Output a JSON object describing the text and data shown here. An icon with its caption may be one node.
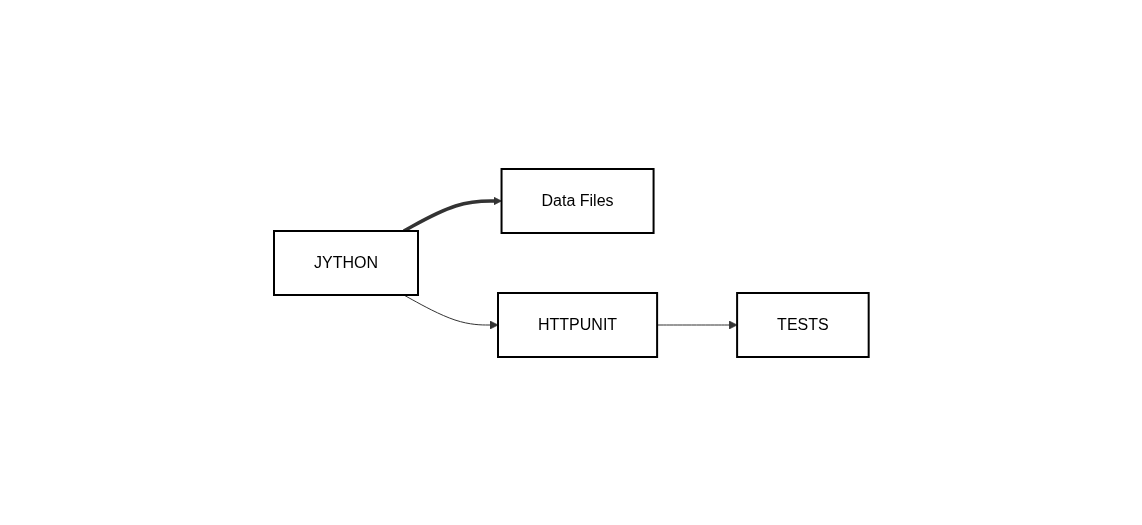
{
  "diagram": {
    "nodes": [
      {
        "text": [
          "Data Files"
        ]
      },
      {
        "text": [
          "JYTHON"
        ]
      },
      {
        "text": [
          "HTTPUNIT"
        ]
      },
      {
        "text": [
          "TESTS"
        ]
      }
    ],
    "edges": [
      {
        "from": 1,
        "to": 0,
        "arrow": "to",
        "style": "thick"
      },
      {
        "from": 1,
        "to": 2,
        "arrow": "to"
      },
      {
        "from": 2,
        "to": 3,
        "arrow": "to"
      }
    ]
  }
}
